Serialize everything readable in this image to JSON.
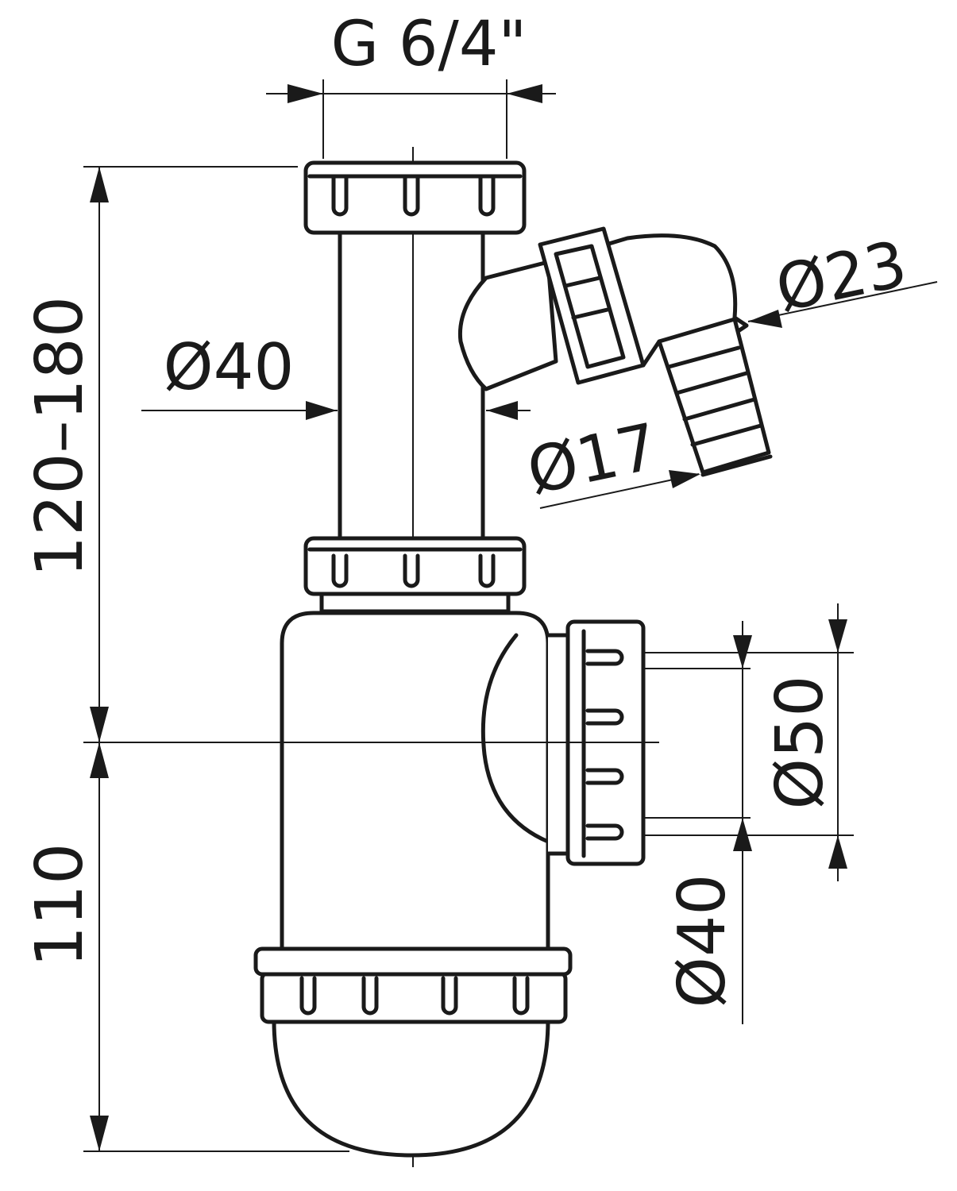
{
  "title": "Siphon dimensional drawing",
  "labels": {
    "thread": "G 6/4\"",
    "height_range": "120–180",
    "height_base": "110",
    "pipe_diameter": "Ø40",
    "hose_small": "Ø17",
    "hose_large": "Ø23",
    "outlet_outer": "Ø50",
    "outlet_inner": "Ø40"
  },
  "colors": {
    "line": "#1a1a1a",
    "background": "#ffffff"
  }
}
